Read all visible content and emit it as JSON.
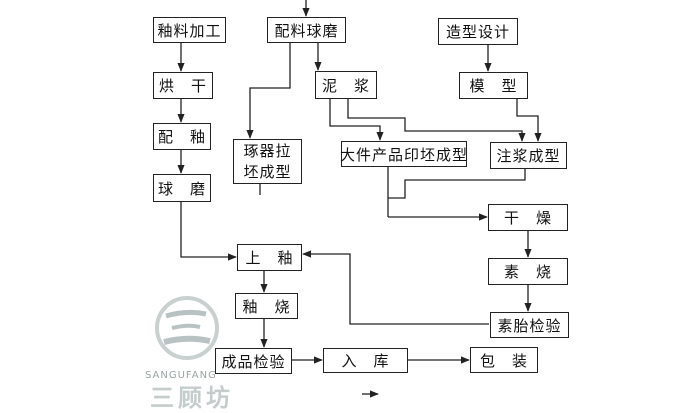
{
  "diagram": {
    "nodes": {
      "glaze_processing": "釉料加工",
      "drying_1": "烘　干",
      "glaze_mix": "配　釉",
      "ball_mill_1": "球　磨",
      "batch_ball_mill": "配料球磨",
      "slurry": "泥　浆",
      "shape_design": "造型设计",
      "mold": "模　型",
      "throwing": "琢器拉坯成型",
      "press_molding": "大件产品印坯成型",
      "slip_casting": "注浆成型",
      "drying_2": "干　燥",
      "bisque_firing": "素　烧",
      "bisque_inspection": "素胎检验",
      "glazing": "上　釉",
      "glaze_firing": "釉　烧",
      "product_inspection": "成品检验",
      "warehousing": "入　库",
      "packaging": "包　装"
    },
    "watermark": {
      "logo": "三",
      "brand_latin": "SANGUFANG",
      "brand_cn": "三顾坊"
    }
  }
}
